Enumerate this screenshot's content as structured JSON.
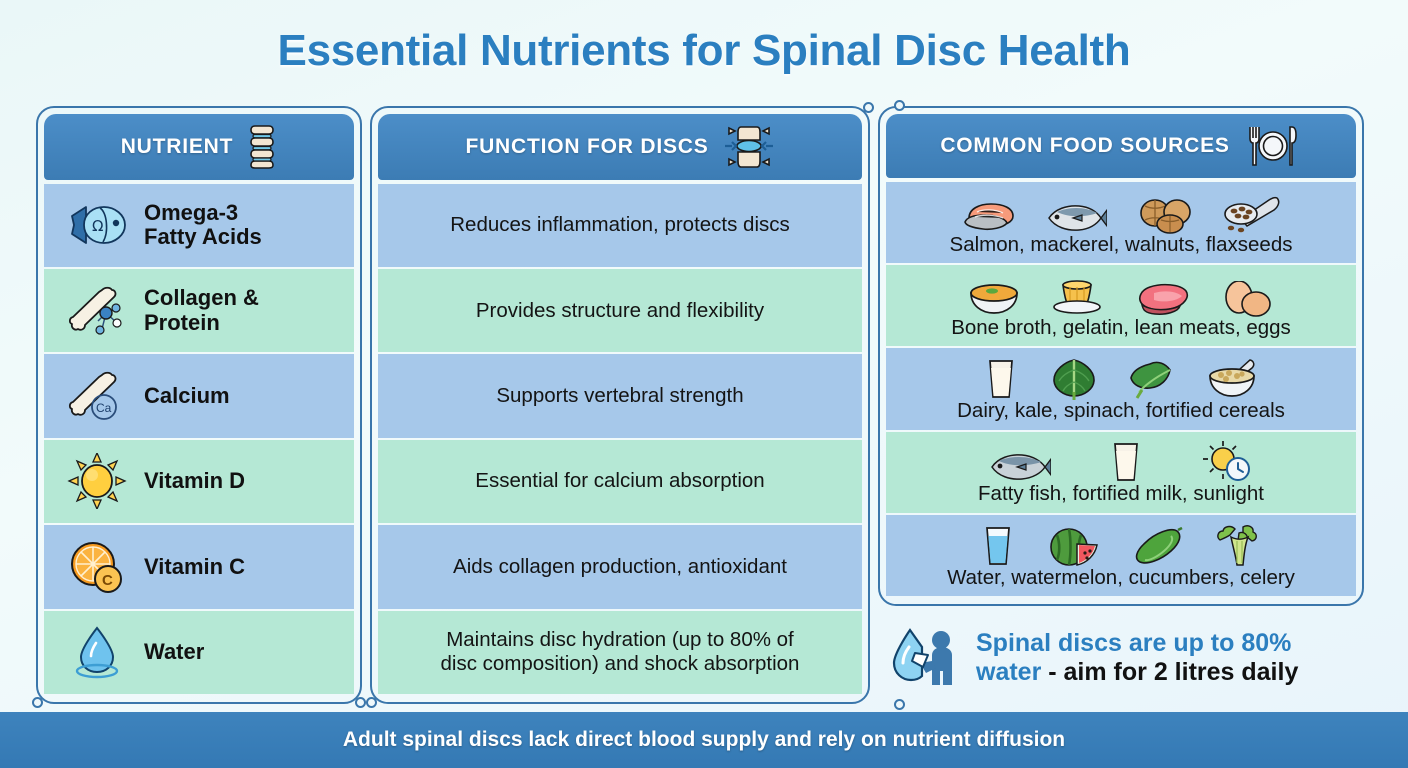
{
  "page": {
    "title": "Essential Nutrients for Spinal Disc Health",
    "footer_note": "Adult spinal discs lack direct blood supply and rely on nutrient diffusion",
    "accent_blue": "#2b7fc0",
    "header_blue": "#3c7cb4",
    "row_blue": "#a6c8ea",
    "row_mint": "#b5e8d5",
    "footer_blue": "#3479b4"
  },
  "table": {
    "headers": [
      {
        "label": "NUTRIENT",
        "icon": "spine-icon"
      },
      {
        "label": "FUNCTION FOR DISCS",
        "icon": "vertebra-disc-icon"
      },
      {
        "label": "COMMON FOOD SOURCES",
        "icon": "fork-plate-knife-icon"
      }
    ],
    "rows": [
      {
        "nutrient": "Omega-3\nFatty Acids",
        "nutrient_icon": "fish-omega-icon",
        "function": "Reduces inflammation, protects discs",
        "foods": "Salmon, mackerel, walnuts, flaxseeds",
        "food_icons": [
          "salmon-steak-icon",
          "mackerel-icon",
          "walnuts-icon",
          "flaxseed-spoon-icon"
        ],
        "tone": "blue"
      },
      {
        "nutrient": "Collagen &\nProtein",
        "nutrient_icon": "bone-molecule-icon",
        "function": "Provides structure and flexibility",
        "foods": "Bone broth, gelatin, lean meats, eggs",
        "food_icons": [
          "broth-bowl-icon",
          "gelatin-icon",
          "lean-meat-icon",
          "eggs-icon"
        ],
        "tone": "mint"
      },
      {
        "nutrient": "Calcium",
        "nutrient_icon": "bone-calcium-icon",
        "function": "Supports vertebral strength",
        "foods": "Dairy, kale, spinach, fortified cereals",
        "food_icons": [
          "milk-glass-icon",
          "kale-icon",
          "spinach-icon",
          "cereal-bowl-icon"
        ],
        "tone": "blue"
      },
      {
        "nutrient": "Vitamin D",
        "nutrient_icon": "sun-icon",
        "function": "Essential for calcium absorption",
        "foods": "Fatty fish, fortified milk, sunlight",
        "food_icons": [
          "fatty-fish-icon",
          "milk-glass-icon",
          "sun-clock-icon"
        ],
        "tone": "mint"
      },
      {
        "nutrient": "Vitamin C",
        "nutrient_icon": "orange-vitc-icon",
        "function": "Aids collagen production, antioxidant",
        "foods": "Water, watermelon, cucumbers, celery",
        "food_icons": [
          "water-glass-icon",
          "watermelon-icon",
          "cucumber-icon",
          "celery-icon"
        ],
        "tone": "blue"
      },
      {
        "nutrient": "Water",
        "nutrient_icon": "water-drop-icon",
        "function": "Maintains disc hydration (up to 80% of\ndisc composition) and shock absorption",
        "foods": "",
        "food_icons": [],
        "tone": "mint"
      }
    ]
  },
  "callout": {
    "icon": "person-drinking-water-icon",
    "highlight": "Spinal discs are up to 80%",
    "highlight2": "water",
    "rest": " - aim for 2 litres daily"
  }
}
